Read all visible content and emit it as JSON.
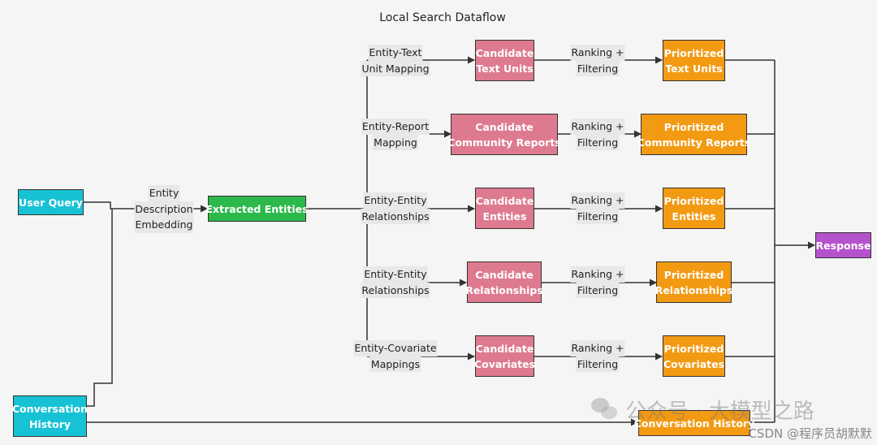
{
  "title": "Local Search Dataflow",
  "nodes": {
    "user_query": [
      "User Query"
    ],
    "extracted_entities": [
      "Extracted Entities"
    ],
    "conversation_history_in": [
      "Conversation",
      "History"
    ],
    "conversation_history_out": [
      "Conversation History"
    ],
    "response": [
      "Response"
    ],
    "candidate_text_units": [
      "Candidate",
      "Text Units"
    ],
    "candidate_community_reports": [
      "Candidate",
      "Community Reports"
    ],
    "candidate_entities": [
      "Candidate",
      "Entities"
    ],
    "candidate_relationships": [
      "Candidate",
      "Relationships"
    ],
    "candidate_covariates": [
      "Candidate",
      "Covariates"
    ],
    "prioritized_text_units": [
      "Prioritized",
      "Text Units"
    ],
    "prioritized_community_reports": [
      "Prioritized",
      "Community Reports"
    ],
    "prioritized_entities": [
      "Prioritized",
      "Entities"
    ],
    "prioritized_relationships": [
      "Prioritized",
      "Relationships"
    ],
    "prioritized_covariates": [
      "Prioritized",
      "Covariates"
    ]
  },
  "edge_labels": {
    "entity_description_embedding": [
      "Entity",
      "Description",
      "Embedding"
    ],
    "entity_text_unit_mapping": [
      "Entity-Text",
      "Unit Mapping"
    ],
    "entity_report_mapping": [
      "Entity-Report",
      "Mapping"
    ],
    "entity_entity_relationships_1": [
      "Entity-Entity",
      "Relationships"
    ],
    "entity_entity_relationships_2": [
      "Entity-Entity",
      "Relationships"
    ],
    "entity_covariate_mappings": [
      "Entity-Covariate",
      "Mappings"
    ],
    "ranking_filtering": [
      "Ranking +",
      "Filtering"
    ]
  },
  "watermark": {
    "wechat": "公众号 · 大模型之路",
    "csdn": "CSDN @程序员胡默默"
  },
  "colors": {
    "input": "#17c2d4",
    "extracted": "#2db84c",
    "candidate": "#de7a8f",
    "prioritized": "#f39a13",
    "response": "#b553cc",
    "background": "#f5f5f5"
  }
}
